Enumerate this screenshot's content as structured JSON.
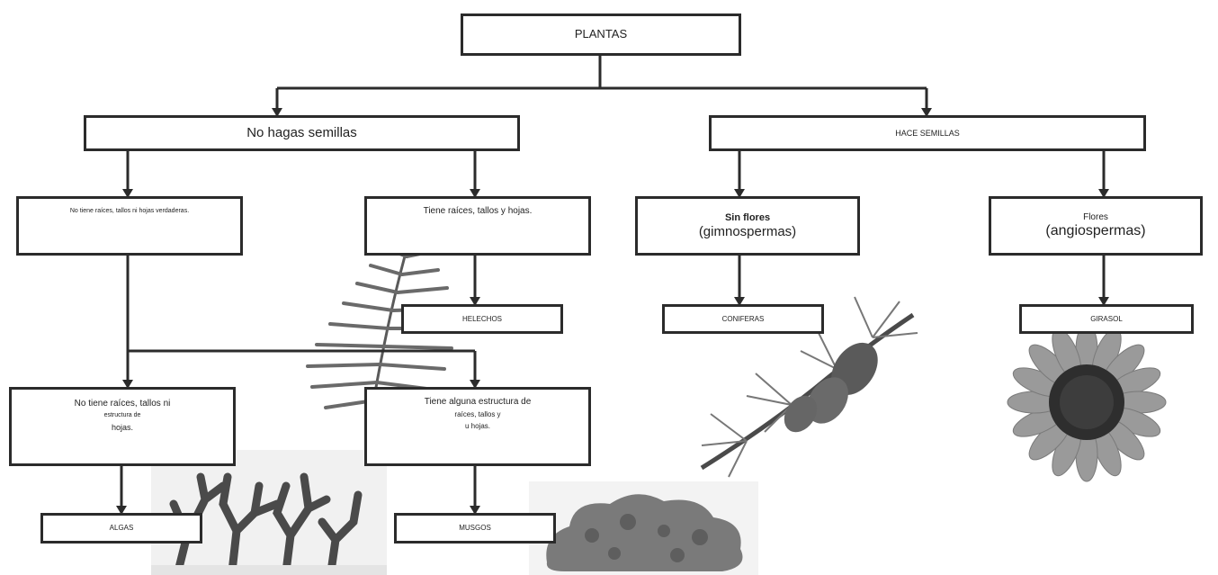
{
  "diagram": {
    "root": "PLANTAS",
    "branches": {
      "no_seeds": "No hagas semillas",
      "seeds": "HACE SEMILLAS"
    },
    "nodes": {
      "no_true_roots": "No tiene raíces, tallos ni hojas verdaderas.",
      "has_roots": "Tiene raíces, tallos y hojas.",
      "no_flowers_label": "Sin flores",
      "no_flowers_group": "(gimnospermas)",
      "flowers_label": "Flores",
      "flowers_group": "(angiospermas)",
      "ferns": "HELECHOS",
      "conifers": "CONIFERAS",
      "sunflower": "GIRASOL",
      "no_structure_line1": "No tiene raíces, tallos ni",
      "no_structure_line2": "estructura de",
      "no_structure_line3": "hojas.",
      "some_structure_line1": "Tiene alguna estructura de",
      "some_structure_line2": "raíces, tallos y",
      "some_structure_line3": "u hojas.",
      "algae": "ALGAS",
      "mosses": "MUSGOS"
    }
  },
  "pictures": [
    "fern-image",
    "conifer-branch-image",
    "sunflower-image",
    "coral-algae-image",
    "moss-image"
  ]
}
